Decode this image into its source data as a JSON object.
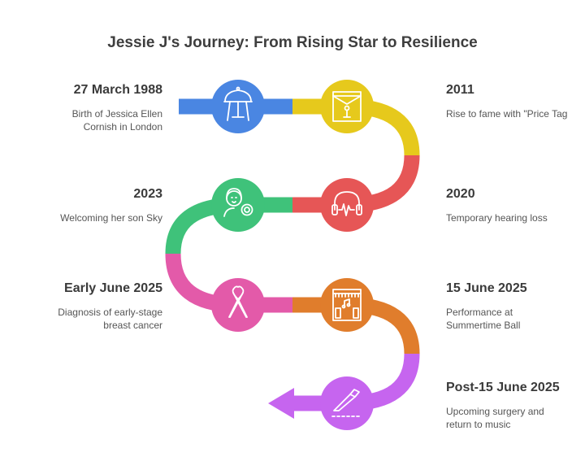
{
  "title": "Jessie J's Journey: From Rising Star to Resilience",
  "colors": {
    "blue": "#4a86e2",
    "yellow": "#e6c91c",
    "red": "#e65656",
    "green": "#3fc27a",
    "pink": "#e35aa9",
    "orange": "#e07d2c",
    "purple": "#c665ef"
  },
  "events": [
    {
      "date": "27 March 1988",
      "desc": "Birth of Jessica Ellen Cornish in London",
      "icon": "carousel-icon",
      "color": "#4a86e2"
    },
    {
      "date": "2011",
      "desc": "Rise to fame with \"Price Tag",
      "icon": "stage-microphone-icon",
      "color": "#e6c91c"
    },
    {
      "date": "2020",
      "desc": "Temporary hearing loss",
      "icon": "headphones-soundwave-icon",
      "color": "#e65656"
    },
    {
      "date": "2023",
      "desc": "Welcoming her son Sky",
      "icon": "mother-baby-icon",
      "color": "#3fc27a"
    },
    {
      "date": "Early June 2025",
      "desc": "Diagnosis of early-stage breast cancer",
      "icon": "awareness-ribbon-icon",
      "color": "#e35aa9"
    },
    {
      "date": "15 June 2025",
      "desc": "Performance at Summertime Ball",
      "icon": "concert-stage-icon",
      "color": "#e07d2c"
    },
    {
      "date": "Post-15 June 2025",
      "desc": "Upcoming surgery and return to music",
      "icon": "scalpel-icon",
      "color": "#c665ef"
    }
  ]
}
